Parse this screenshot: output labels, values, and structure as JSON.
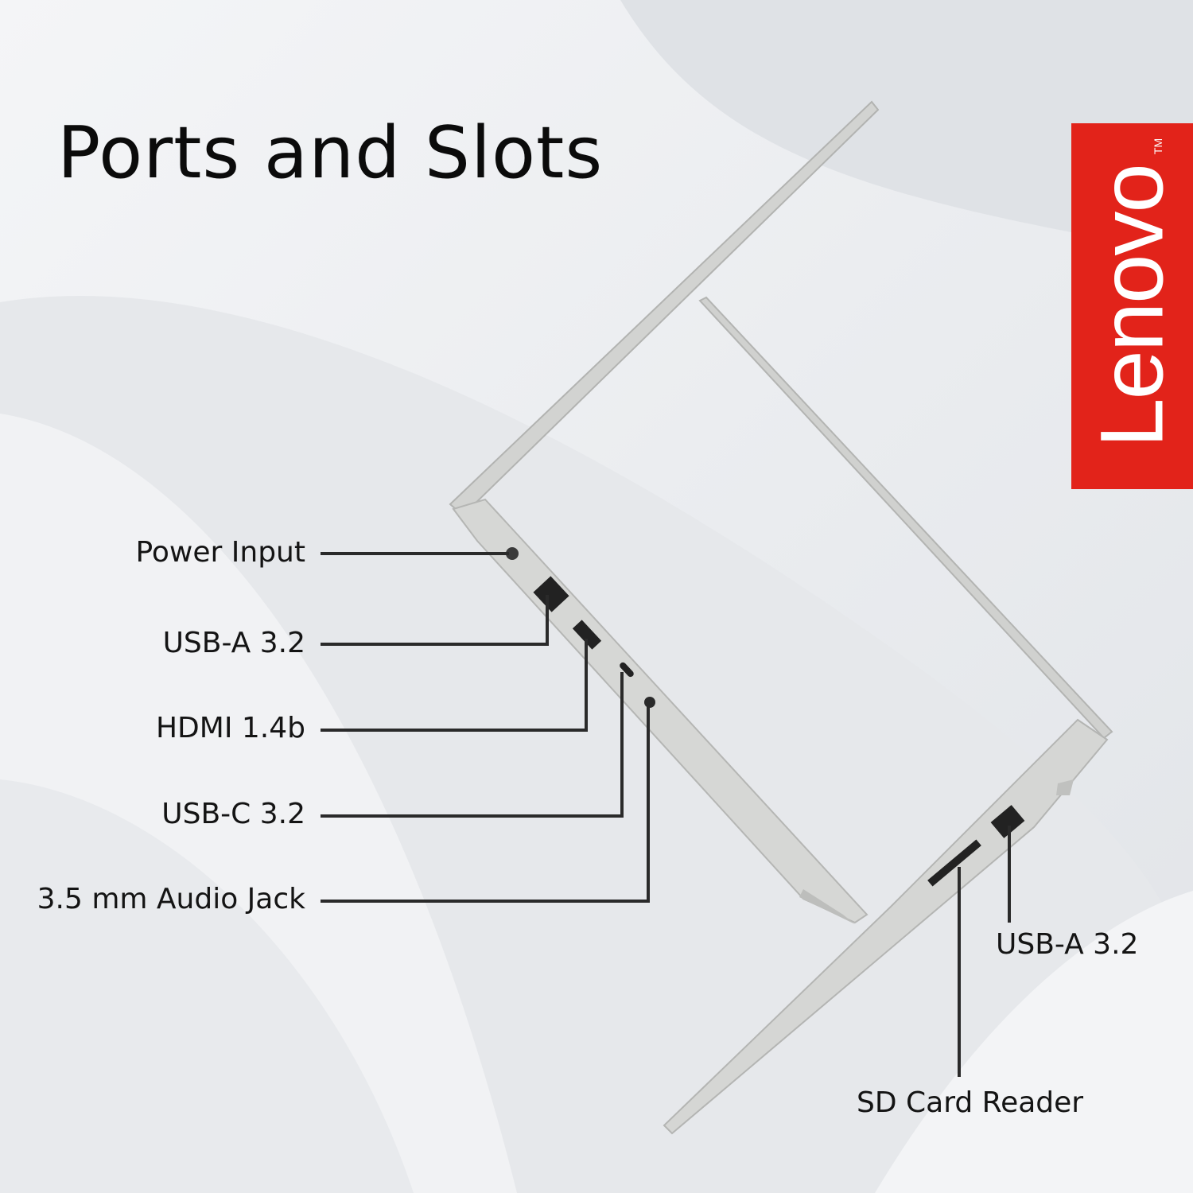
{
  "title": "Ports and Slots",
  "brand": {
    "name": "Lenovo",
    "trademark": "TM",
    "color": "#e2231a"
  },
  "left_side_ports": [
    {
      "label": "Power Input"
    },
    {
      "label": "USB-A 3.2"
    },
    {
      "label": "HDMI 1.4b"
    },
    {
      "label": "USB-C 3.2"
    },
    {
      "label": "3.5 mm Audio Jack"
    }
  ],
  "right_side_ports": [
    {
      "label": "USB-A 3.2"
    },
    {
      "label": "SD Card Reader"
    }
  ],
  "colors": {
    "laptop": "#cfd0ce",
    "laptop_edge": "#b7b8b6",
    "callout_line": "#2a2a2a"
  }
}
